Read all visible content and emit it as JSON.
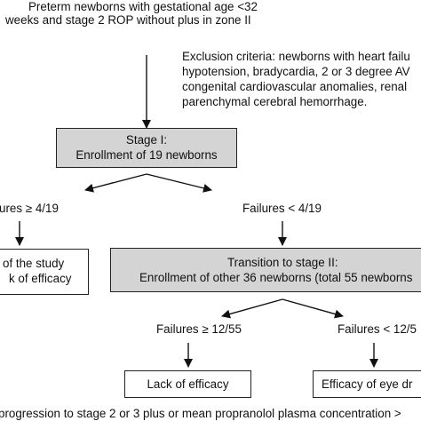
{
  "top": {
    "line1": "Preterm newborns with gestational age <32",
    "line2": "weeks and stage 2 ROP without plus in zone II"
  },
  "exclusion": {
    "line1": "Exclusion criteria: newborns with heart failu",
    "line2": "hypotension, bradycardia, 2 or 3 degree AV",
    "line3": "congenital cardiovascular anomalies, renal",
    "line4": "parenchymal cerebral hemorrhage."
  },
  "stage1": {
    "title": "Stage I:",
    "subtitle": "Enrollment of 19 newborns"
  },
  "failures_left": "ures ≥ 4/19",
  "failures_right": "Failures < 4/19",
  "stop_box": {
    "line1": "of the study",
    "line2": "k of efficacy"
  },
  "stage2": {
    "title": "Transition to stage II:",
    "subtitle": "Enrollment of other 36 newborns (total 55 newborns"
  },
  "failures2_left": "Failures ≥ 12/55",
  "failures2_right": "Failures < 12/5",
  "lack_box": "Lack of efficacy",
  "efficacy_box": "Efficacy of eye dr",
  "footnote": "progression to stage 2 or 3 plus or mean propranolol plasma concentration >"
}
